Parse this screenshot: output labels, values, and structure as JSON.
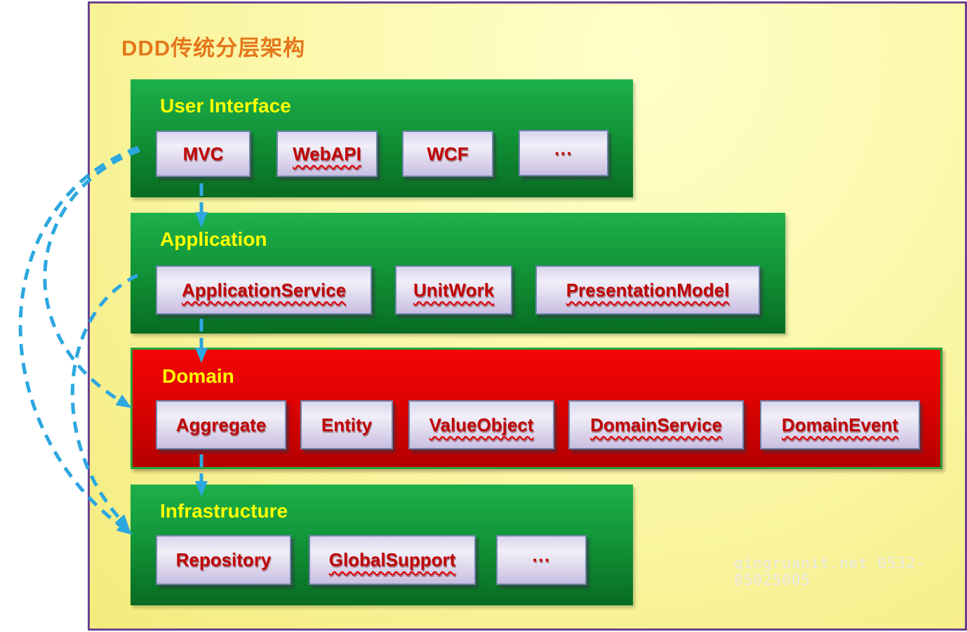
{
  "title": {
    "text": "DDD传统分层架构"
  },
  "watermark": {
    "text": "qingruanit.net 0532-85025005"
  },
  "layers": [
    {
      "name": "User Interface",
      "style": "green",
      "boxes": [
        {
          "label": "MVC",
          "misspelled": false
        },
        {
          "label": "WebAPI",
          "misspelled": true
        },
        {
          "label": "WCF",
          "misspelled": false
        },
        {
          "label": "···",
          "misspelled": false
        }
      ]
    },
    {
      "name": "Application",
      "style": "green",
      "boxes": [
        {
          "label": "ApplicationService",
          "misspelled": true
        },
        {
          "label": "UnitWork",
          "misspelled": true
        },
        {
          "label": "PresentationModel",
          "misspelled": true
        }
      ]
    },
    {
      "name": "Domain",
      "style": "red",
      "boxes": [
        {
          "label": "Aggregate",
          "misspelled": false
        },
        {
          "label": "Entity",
          "misspelled": false
        },
        {
          "label": "ValueObject",
          "misspelled": true
        },
        {
          "label": "DomainService",
          "misspelled": true
        },
        {
          "label": "DomainEvent",
          "misspelled": true
        }
      ]
    },
    {
      "name": "Infrastructure",
      "style": "green",
      "boxes": [
        {
          "label": "Repository",
          "misspelled": false
        },
        {
          "label": "GlobalSupport",
          "misspelled": true
        },
        {
          "label": "···",
          "misspelled": false
        }
      ]
    }
  ],
  "arrows": {
    "color": "#2CA7E0",
    "straight": [
      {
        "from": "User Interface",
        "to": "Application"
      },
      {
        "from": "Application",
        "to": "Domain"
      },
      {
        "from": "Domain",
        "to": "Infrastructure"
      }
    ],
    "curved": [
      {
        "from": "User Interface",
        "to": "Domain"
      },
      {
        "from": "User Interface",
        "to": "Infrastructure"
      },
      {
        "from": "Application",
        "to": "Infrastructure"
      }
    ]
  },
  "colors": {
    "slide_border": "#6B4190",
    "background_yellow": "#FBF7A9",
    "layer_green_top": "#1DB04A",
    "layer_green_bottom": "#086C21",
    "domain_red_top": "#F40606",
    "domain_red_bottom": "#B50000",
    "domain_border_green": "#28A23B",
    "layer_label_yellow": "#FFFF00",
    "box_text_red": "#C00505",
    "box_border": "#6F84AB",
    "title_orange": "#E4771B",
    "arrow_blue": "#2CA7E0"
  }
}
